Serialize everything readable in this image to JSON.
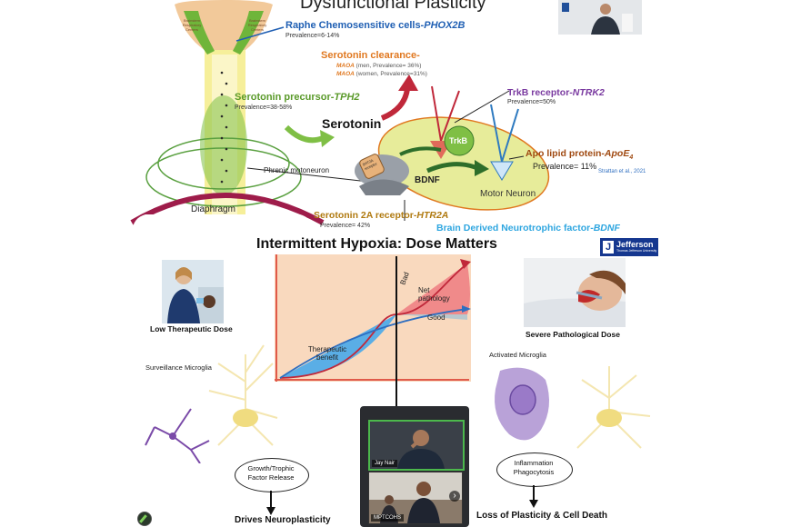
{
  "top_slide": {
    "title": "Dysfunctional Plasticity",
    "raphe": {
      "title": "Raphe Chemosensitive cells-",
      "gene": "PHOX2B",
      "prevalence": "Prevalence=6-14%"
    },
    "clearance": {
      "title": "Serotonin clearance-",
      "line1_gene": "MAOA",
      "line1": "(men, Prevalence= 36%)",
      "line2_gene": "MAOA",
      "line2": "(women, Prevalence=31%)"
    },
    "precursor": {
      "title": "Serotonin precursor-",
      "gene": "TPH2",
      "prevalence": "Prevalence=38-58%"
    },
    "serotonin_label": "Serotonin",
    "trkb": {
      "title": "TrkB receptor-",
      "gene": "NTRK2",
      "prevalence": "Prevalence=50%",
      "receptor_label": "TrkB"
    },
    "apoe": {
      "title": "Apo lipid protein-",
      "gene": "ApoE",
      "gene_sub": "4",
      "prevalence": "Prevalence= 11%"
    },
    "citation": "Strattan et al., 2021",
    "phrenic_label": "Phrenic motoneuron",
    "bdnf_label": "BDNF",
    "motor_neuron_label": "Motor Neuron",
    "receptor_chip_label": "5HT2A receptor",
    "diaphragm_label": "Diaphragm",
    "htr2a": {
      "title": "Serotonin 2A receptor-",
      "gene": "HTR2A",
      "prevalence": "Prevalence= 42%"
    },
    "bdnf_full": {
      "title": "Brain Derived Neurotrophic factor-",
      "gene": "BDNF"
    },
    "brainstem_left": "Brainstem Respiratory Centers",
    "brainstem_right": "Brainstem Respiratory Centers"
  },
  "bottom_slide": {
    "title": "Intermittent Hypoxia: Dose Matters",
    "logo_text": "Jefferson",
    "logo_sub": "Thomas Jefferson University",
    "low_dose_caption": "Low Therapeutic Dose",
    "high_dose_caption": "Severe Pathological  Dose",
    "surveillance_label": "Surveillance Microglia",
    "activated_label": "Activated Microglia",
    "chart": {
      "bad_label": "Bad",
      "good_label": "Good",
      "net_pathology_label": "Net pathology",
      "therapeutic_benefit_label": "Therapeutic benefit"
    },
    "left_bubble": "Growth/Trophic Factor Release",
    "right_bubble": "Inflammation Phagocytosis",
    "left_result": "Drives Neuroplasticity",
    "right_result": "Loss of Plasticity & Cell Death"
  },
  "video_call": {
    "participants": [
      {
        "name": "Jay Nair"
      },
      {
        "name": "MPTCOHS"
      }
    ],
    "next_arrow": "›"
  },
  "colors": {
    "raphe_blue": "#1f5fb3",
    "clearance_orange": "#e07820",
    "precursor_green": "#5a9a2a",
    "trkb_purple": "#7a3aa0",
    "apoe_brown": "#a04a12",
    "htr2a_gold": "#b07a10",
    "bdnf_cyan": "#2ea6e0",
    "chart_bg": "#f9d9be",
    "chart_bad": "#f08a8a",
    "chart_good": "#5aaee6"
  }
}
